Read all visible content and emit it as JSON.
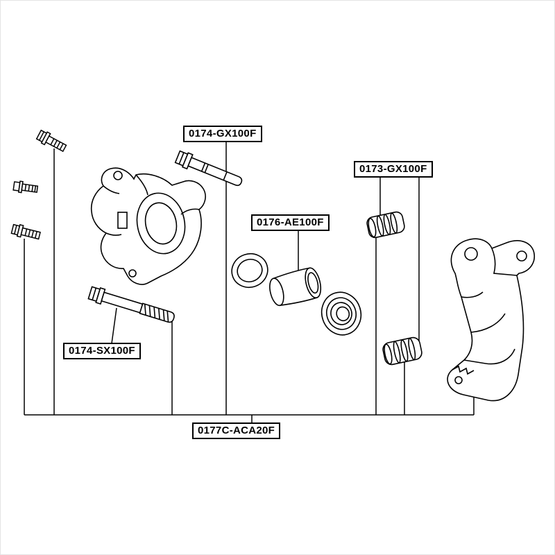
{
  "diagram": {
    "type": "auto-parts line diagram",
    "colors": {
      "background": "#ffffff",
      "line": "#000000",
      "label_border": "#000000",
      "label_background": "#ffffff",
      "label_text": "#000000"
    }
  },
  "labels": {
    "upper_pin_label": "0174-GX100F",
    "right_kit_label": "0173-GX100F",
    "center_piston_label": "0176-AE100F",
    "lower_pin_label": "0174-SX100F",
    "bottom_kit_label": "0177C-ACA20F"
  }
}
